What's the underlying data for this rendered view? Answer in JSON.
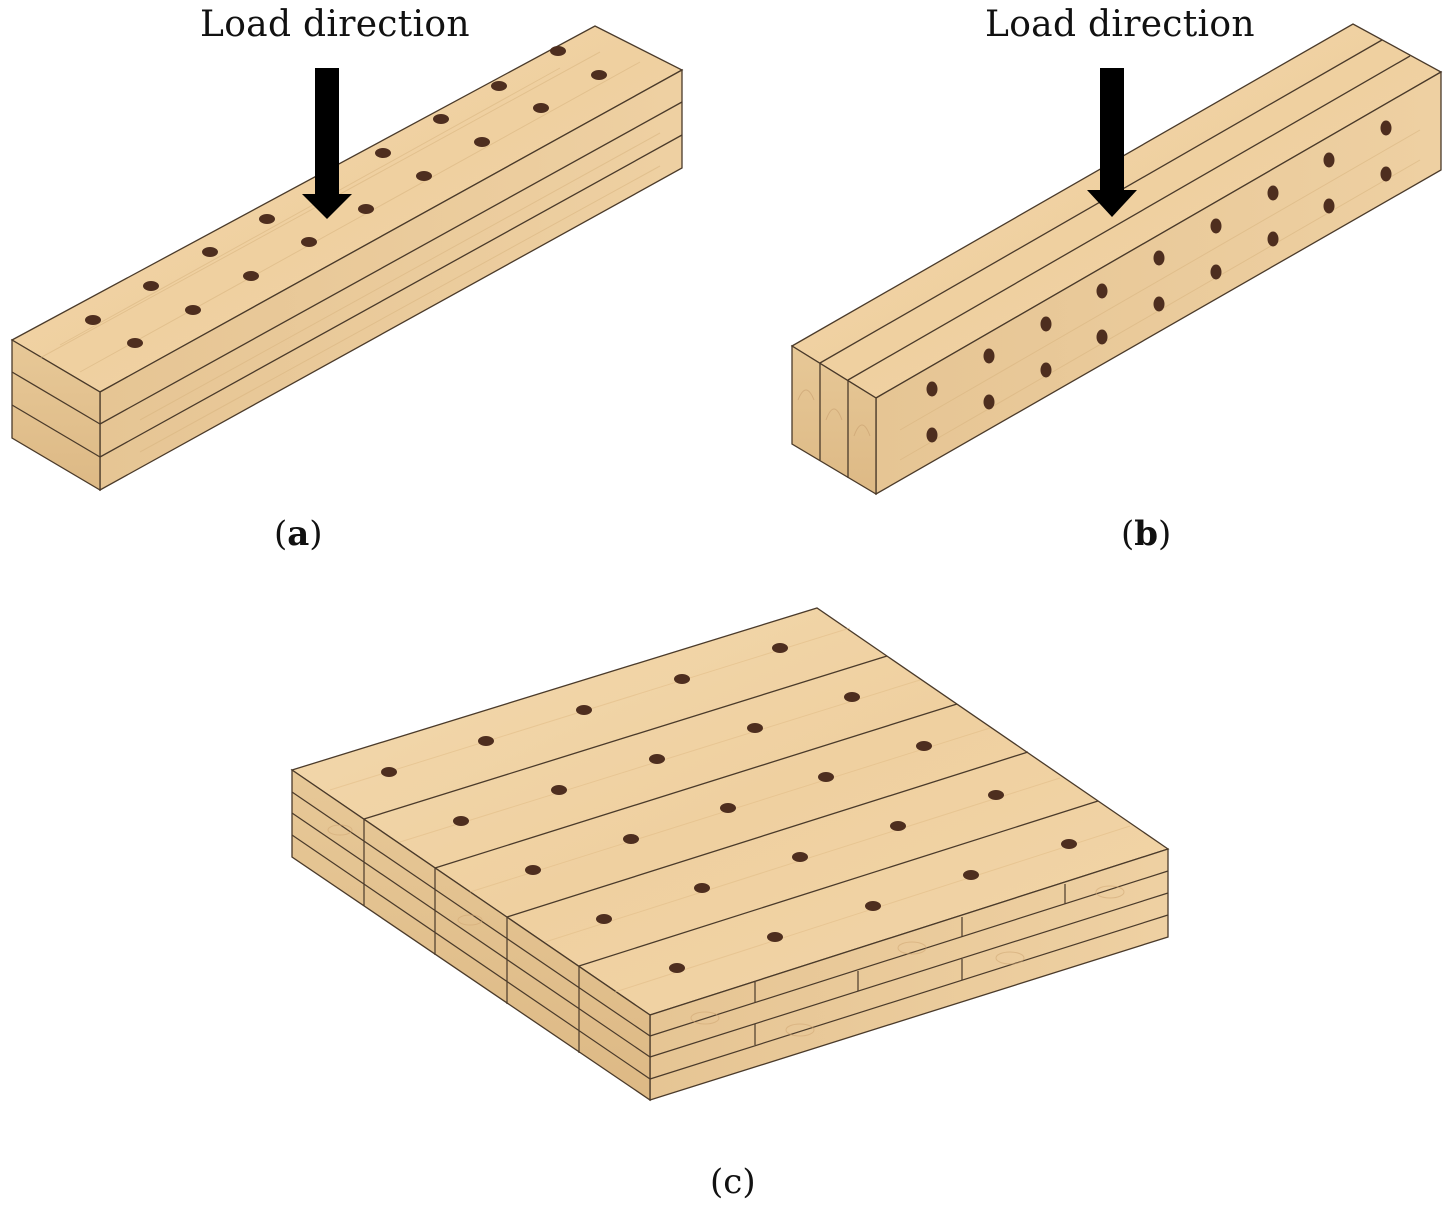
{
  "panels": {
    "a": {
      "load_label": "Load direction",
      "caption_open": "(",
      "caption_letter": "a",
      "caption_close": ")"
    },
    "b": {
      "load_label": "Load direction",
      "caption_open": "(",
      "caption_letter": "b",
      "caption_close": ")"
    },
    "c": {
      "caption_open": "(",
      "caption_letter": "c",
      "caption_close": ")"
    }
  },
  "colors": {
    "wood_top": "#F0D3A4",
    "wood_side": "#E9C898",
    "wood_end": "#E2C08E",
    "outline": "#4A3A2A",
    "dowel": "#4E2E1F",
    "arrow": "#000000"
  },
  "icons": [
    "glulam-beam",
    "dowel-laminated-column",
    "dowel-laminated-panel",
    "down-arrow-icon"
  ]
}
